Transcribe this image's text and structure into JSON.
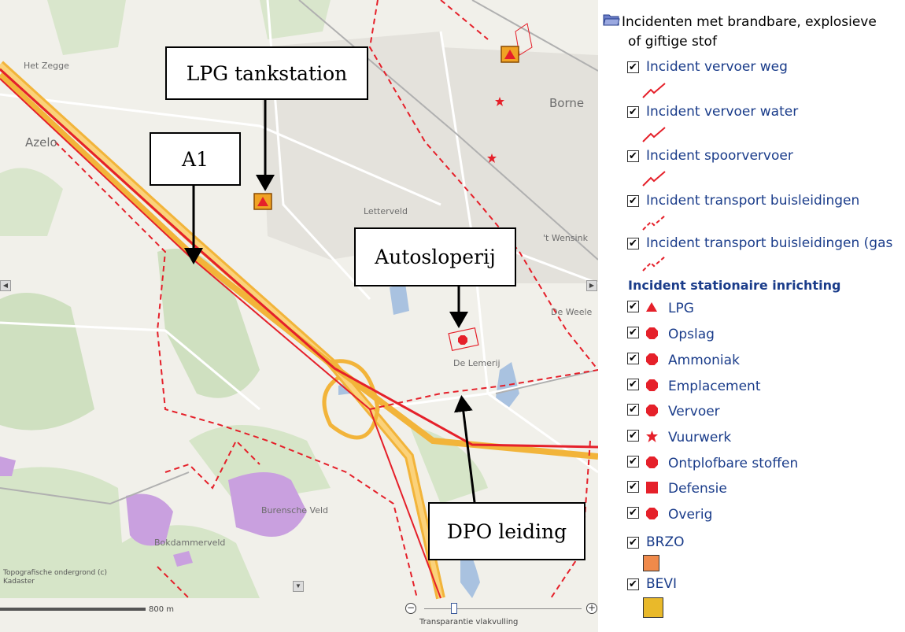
{
  "map": {
    "places": [
      "Het Zegge",
      "Azelo",
      "Borne",
      "Letterveld",
      "'t Wensink",
      "De Weele",
      "De Lemerij",
      "Burensche Veld",
      "Bokdammerveld"
    ],
    "attribution": [
      "Topografische ondergrond (c)",
      "Kadaster"
    ],
    "scale_label": "800 m",
    "slider_label": "Transparantie vlakvulling",
    "zoom_out": "−",
    "zoom_in": "+"
  },
  "callouts": {
    "lpg": "LPG tankstation",
    "a1": "A1",
    "autosloperij": "Autosloperij",
    "dpo": "DPO leiding"
  },
  "legend": {
    "heading": [
      "Incidenten met brandbare, explosieve",
      "of giftige stof"
    ],
    "transport_items": [
      {
        "label": "Incident vervoer weg",
        "checked": true,
        "color": "#e5202a"
      },
      {
        "label": "Incident vervoer water",
        "checked": true,
        "color": "#e5202a"
      },
      {
        "label": "Incident spoorvervoer",
        "checked": true,
        "color": "#e5202a"
      },
      {
        "label": "Incident transport buisleidingen",
        "checked": true,
        "color": "#e5202a"
      },
      {
        "label": "Incident transport buisleidingen (gas",
        "checked": true,
        "color": "#e5202a"
      }
    ],
    "subheading": "Incident stationaire inrichting",
    "station_items": [
      {
        "label": "LPG",
        "icon": "triangle-icon"
      },
      {
        "label": "Opslag",
        "icon": "octagon-icon"
      },
      {
        "label": "Ammoniak",
        "icon": "octagon-icon"
      },
      {
        "label": "Emplacement",
        "icon": "octagon-icon"
      },
      {
        "label": "Vervoer",
        "icon": "octagon-icon"
      },
      {
        "label": "Vuurwerk",
        "icon": "star-icon"
      },
      {
        "label": "Ontplofbare stoffen",
        "icon": "octagon-icon"
      },
      {
        "label": "Defensie",
        "icon": "square-icon"
      },
      {
        "label": "Overig",
        "icon": "octagon-icon"
      }
    ],
    "brzo": {
      "label": "BRZO",
      "color": "#f08a4b"
    },
    "bevi": {
      "label": "BEVI",
      "color": "#e9b92a"
    },
    "check_glyph": "✔",
    "accent_red": "#e5202a"
  }
}
